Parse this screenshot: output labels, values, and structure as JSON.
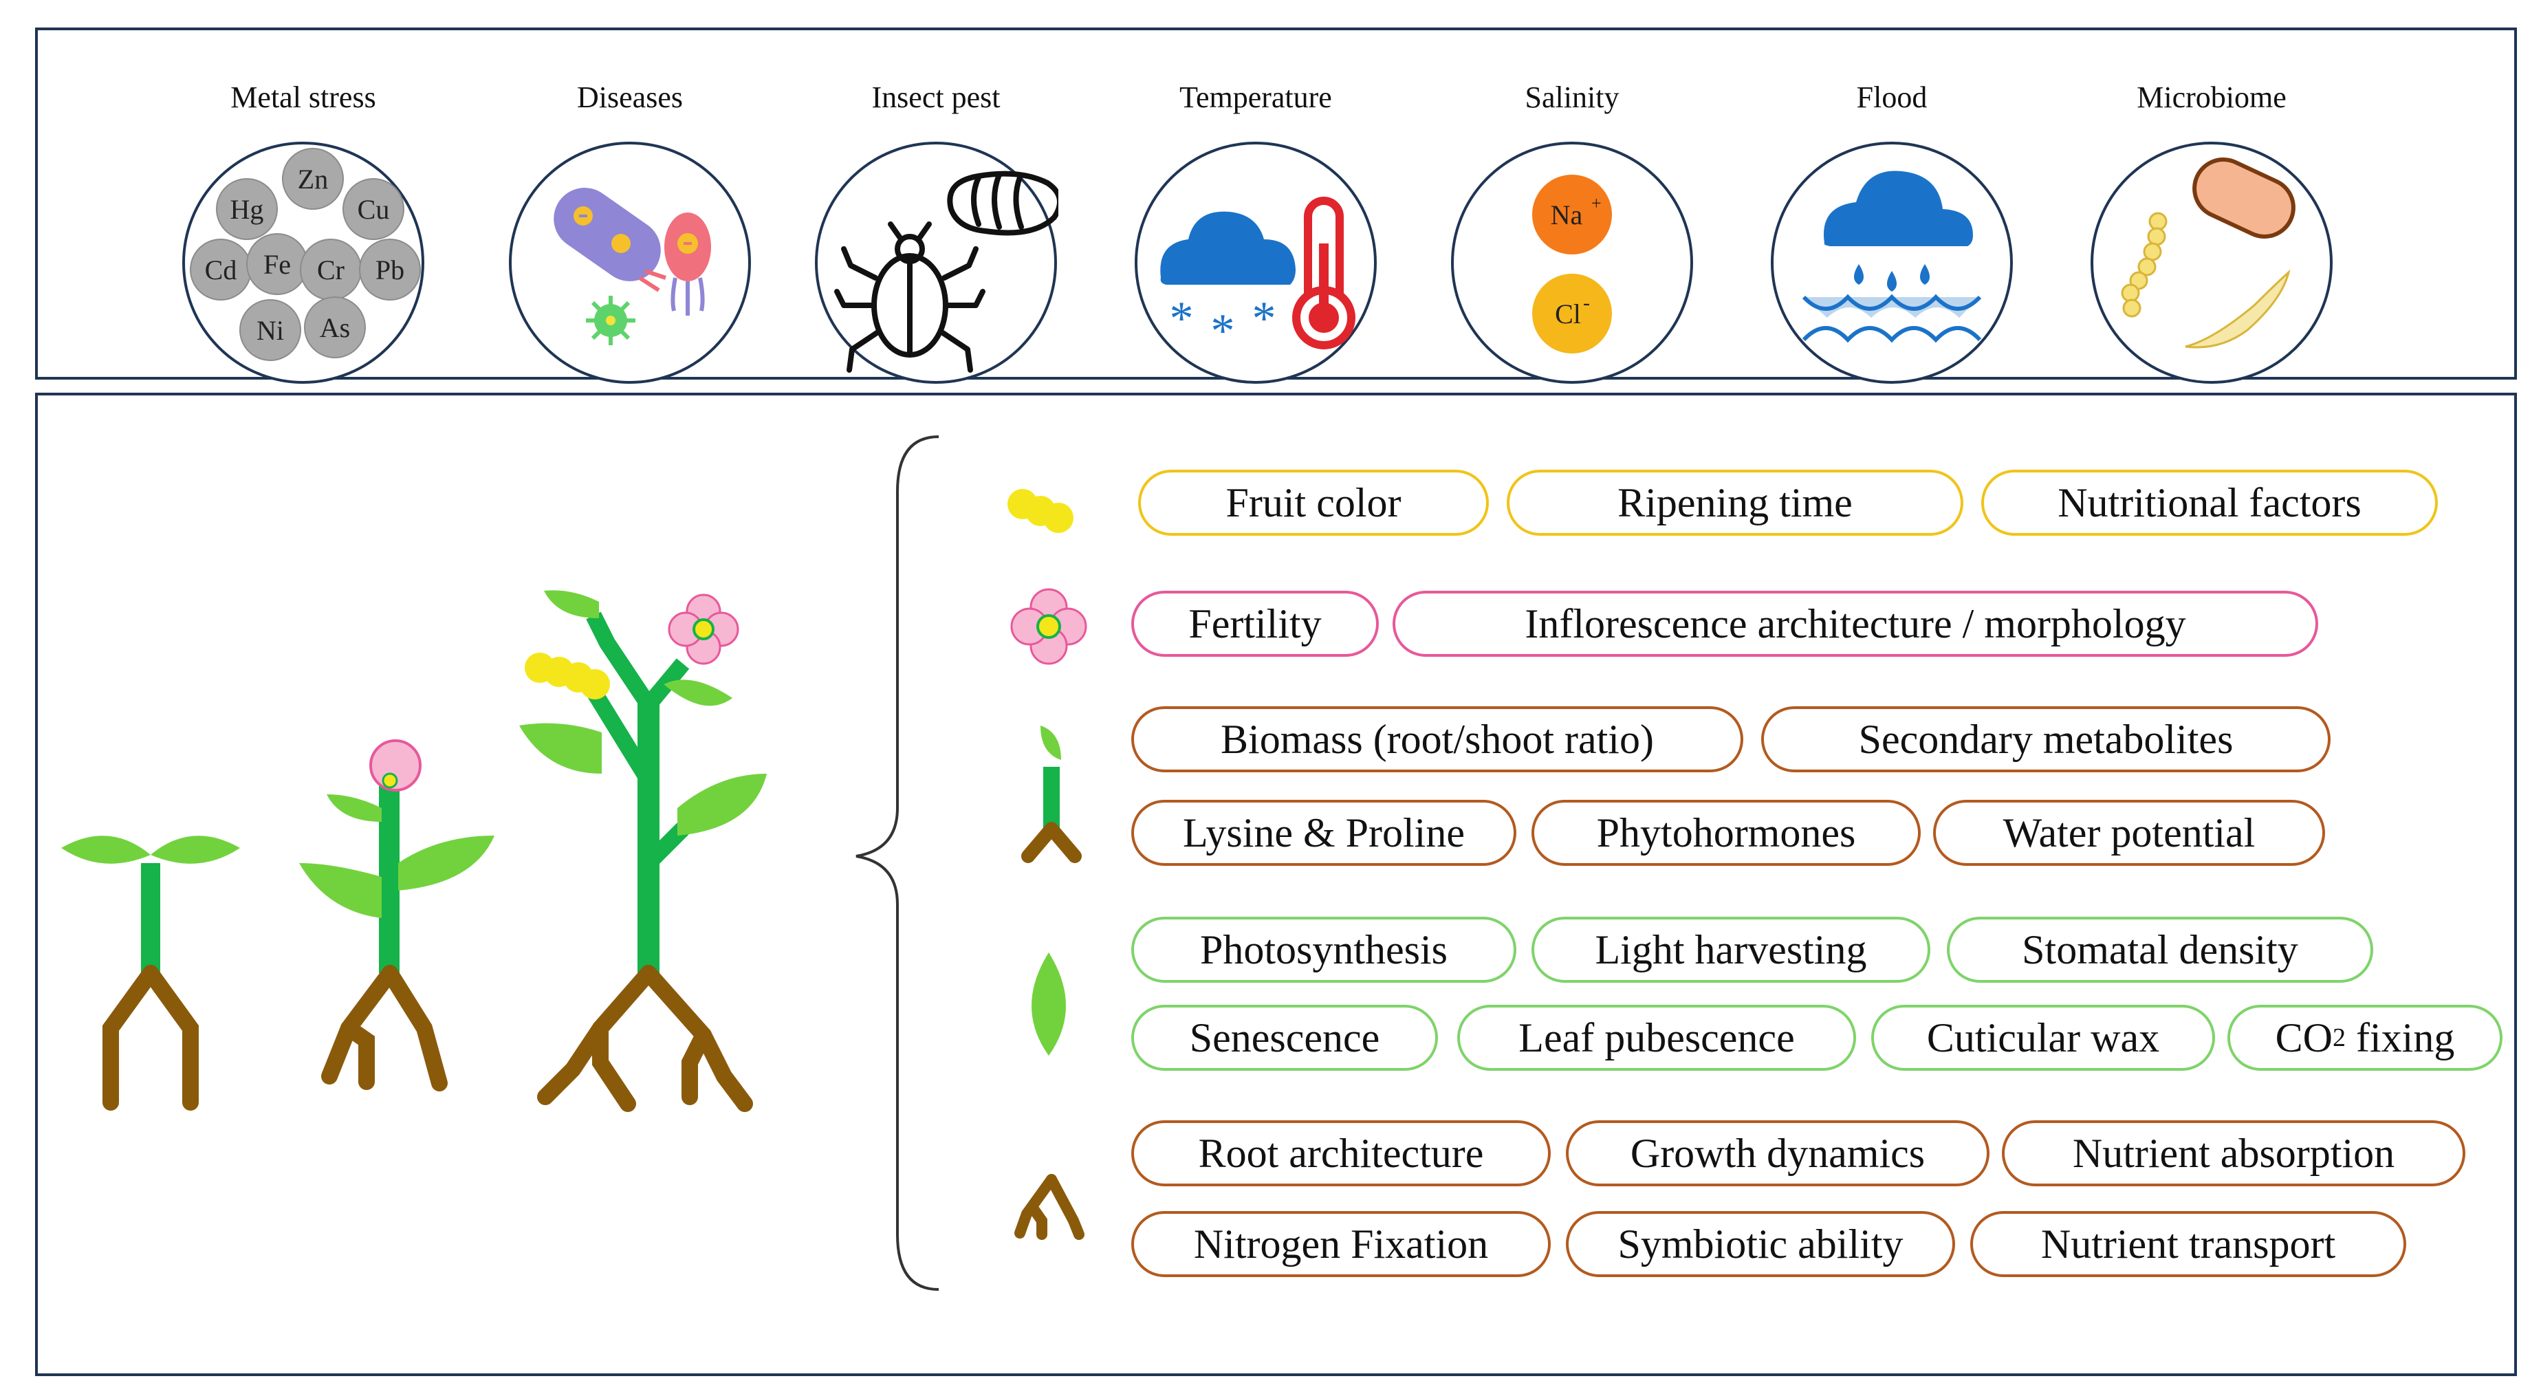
{
  "stress_factors": [
    {
      "label": "Metal stress",
      "icon": "metal-ions-icon"
    },
    {
      "label": "Diseases",
      "icon": "pathogen-icon"
    },
    {
      "label": "Insect pest",
      "icon": "insect-icon"
    },
    {
      "label": "Temperature",
      "icon": "cloud-thermometer-icon"
    },
    {
      "label": "Salinity",
      "icon": "salt-ions-icon"
    },
    {
      "label": "Flood",
      "icon": "rain-waves-icon"
    },
    {
      "label": "Microbiome",
      "icon": "microbes-icon"
    }
  ],
  "metal_ions": [
    "Zn",
    "Hg",
    "Cu",
    "Cd",
    "Fe",
    "Cr",
    "Pb",
    "Ni",
    "As"
  ],
  "salinity_ions": {
    "sodium": "Na",
    "sodium_charge": "+",
    "chloride": "Cl",
    "chloride_charge": "-"
  },
  "trait_groups": {
    "fruit": {
      "icon": "fruit-icon",
      "color": "#f0c419",
      "rows": [
        [
          "Fruit color",
          "Ripening time",
          "Nutritional factors"
        ]
      ]
    },
    "flower": {
      "icon": "flower-icon",
      "color": "#e8589a",
      "rows": [
        [
          "Fertility",
          "Inflorescence architecture / morphology"
        ]
      ]
    },
    "stem": {
      "icon": "stem-icon",
      "color": "#b35a1f",
      "rows": [
        [
          "Biomass (root/shoot ratio)",
          "Secondary metabolites"
        ],
        [
          "Lysine & Proline",
          "Phytohormones",
          "Water potential"
        ]
      ]
    },
    "leaf": {
      "icon": "leaf-icon",
      "color": "#7fd36a",
      "rows": [
        [
          "Photosynthesis",
          "Light harvesting",
          "Stomatal density"
        ],
        [
          "Senescence",
          "Leaf pubescence",
          "Cuticular wax"
        ]
      ]
    },
    "root": {
      "icon": "root-icon",
      "color": "#b35a1f",
      "rows": [
        [
          "Root architecture",
          "Growth dynamics",
          "Nutrient absorption"
        ],
        [
          "Nitrogen Fixation",
          "Symbiotic ability",
          "Nutrient transport"
        ]
      ]
    }
  },
  "co2_pill": {
    "prefix": "CO",
    "subscript": "2",
    "suffix": " fixing"
  },
  "colors": {
    "border": "#1f3554",
    "stem_green": "#16b24a",
    "leaf_green": "#72d23e",
    "root_brown": "#8a5a0b",
    "fruit_yellow": "#f4e61a",
    "flower_pink": "#f7b7d2"
  }
}
